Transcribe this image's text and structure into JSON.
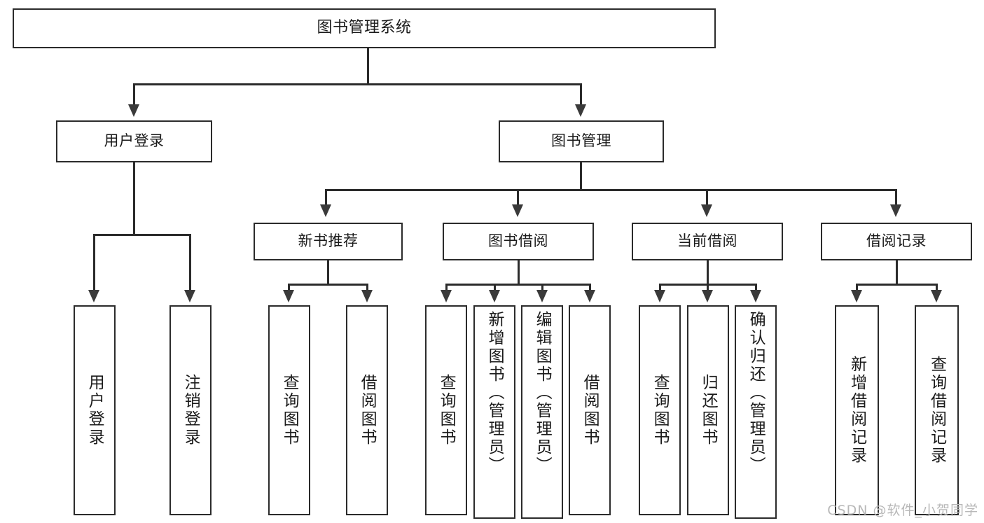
{
  "diagram": {
    "type": "tree-hierarchy",
    "title": "图书管理系统",
    "root": {
      "label": "图书管理系统"
    },
    "level2": [
      {
        "id": "user-login",
        "label": "用户登录"
      },
      {
        "id": "book-manage",
        "label": "图书管理"
      }
    ],
    "level3": [
      {
        "id": "new-book-recommend",
        "label": "新书推荐",
        "parent": "book-manage"
      },
      {
        "id": "book-borrow",
        "label": "图书借阅",
        "parent": "book-manage"
      },
      {
        "id": "current-borrow",
        "label": "当前借阅",
        "parent": "book-manage"
      },
      {
        "id": "borrow-record",
        "label": "借阅记录",
        "parent": "book-manage"
      }
    ],
    "leaves": {
      "user-login": [
        {
          "id": "leaf-user-login",
          "label": "用户登录"
        },
        {
          "id": "leaf-logout-login",
          "label": "注销登录"
        }
      ],
      "new-book-recommend": [
        {
          "id": "leaf-query-book-1",
          "label": "查询图书"
        },
        {
          "id": "leaf-borrow-book-1",
          "label": "借阅图书"
        }
      ],
      "book-borrow": [
        {
          "id": "leaf-query-book-2",
          "label": "查询图书"
        },
        {
          "id": "leaf-add-book",
          "label": "新增图书（管理员）"
        },
        {
          "id": "leaf-edit-book",
          "label": "编辑图书（管理员）"
        },
        {
          "id": "leaf-borrow-book-2",
          "label": "借阅图书"
        }
      ],
      "current-borrow": [
        {
          "id": "leaf-query-book-3",
          "label": "查询图书"
        },
        {
          "id": "leaf-return-book",
          "label": "归还图书"
        },
        {
          "id": "leaf-confirm-return",
          "label": "确认归还（管理员）"
        }
      ],
      "borrow-record": [
        {
          "id": "leaf-add-record",
          "label": "新增借阅记录"
        },
        {
          "id": "leaf-query-record",
          "label": "查询借阅记录"
        }
      ]
    }
  },
  "watermark": {
    "text": "CSDN @软件_小贺同学"
  },
  "colors": {
    "line": "#2b2b2b",
    "box_border": "#2b2b2b",
    "box_fill": "#ffffff",
    "text": "#1a1a1a",
    "watermark": "#b8b8b8",
    "background": "#ffffff"
  }
}
